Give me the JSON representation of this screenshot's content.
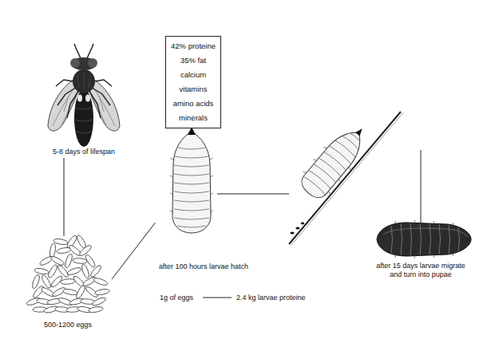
{
  "diagram": {
    "nodes": [
      {
        "text": [
          "5-8 days of lifespan"
        ]
      },
      {
        "text": [
          "500-1200 eggs"
        ]
      },
      {
        "text": [
          "42% proteine",
          "35% fat",
          "calcium",
          "vitamins",
          "amino acids",
          "minerals"
        ]
      },
      {
        "text": [
          "after 100 hours larvae hatch"
        ]
      },
      {
        "text": [
          "after 15 days larvae migrate and turn into pupae"
        ]
      }
    ],
    "edges": [
      {
        "from": 0,
        "to": 1,
        "arrow": "none"
      },
      {
        "from": 1,
        "to": 3,
        "arrow": "none"
      }
    ],
    "labels": [
      "1g of eggs",
      "2.4 kg larvae proteine"
    ]
  }
}
